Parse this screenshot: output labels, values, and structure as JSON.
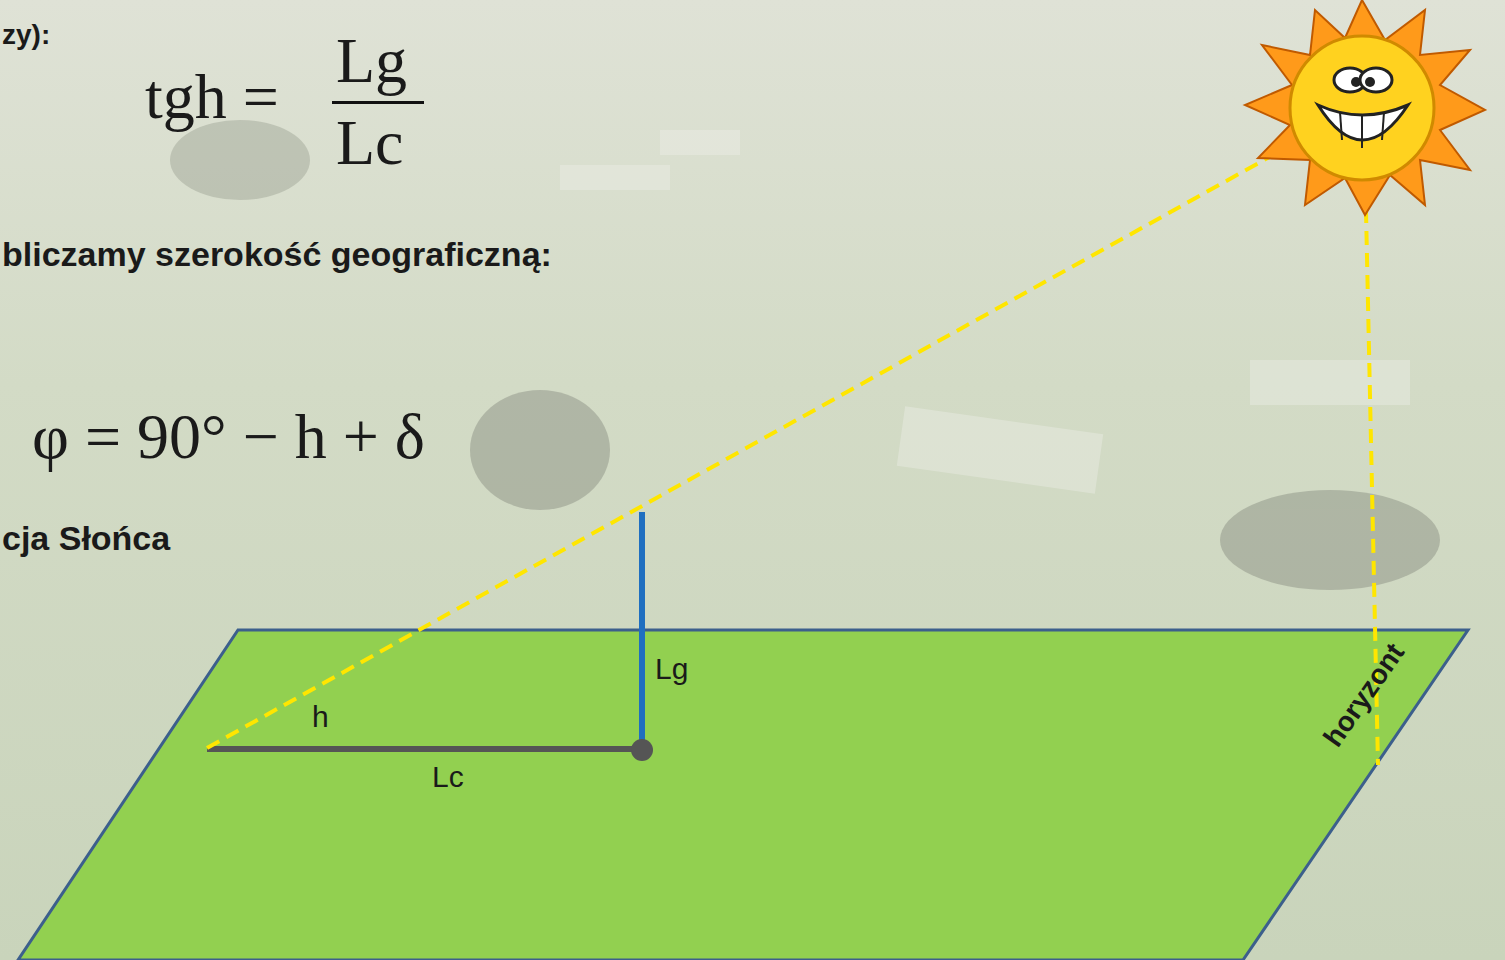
{
  "diagram": {
    "labels": [
      "zy):",
      "tgh =",
      "Lg",
      "Lc",
      "bliczamy szerokość geograficzną:",
      "φ = 90° − h + δ",
      "cja Słońca",
      "Lg",
      "h",
      "Lc",
      "horyzont"
    ]
  }
}
